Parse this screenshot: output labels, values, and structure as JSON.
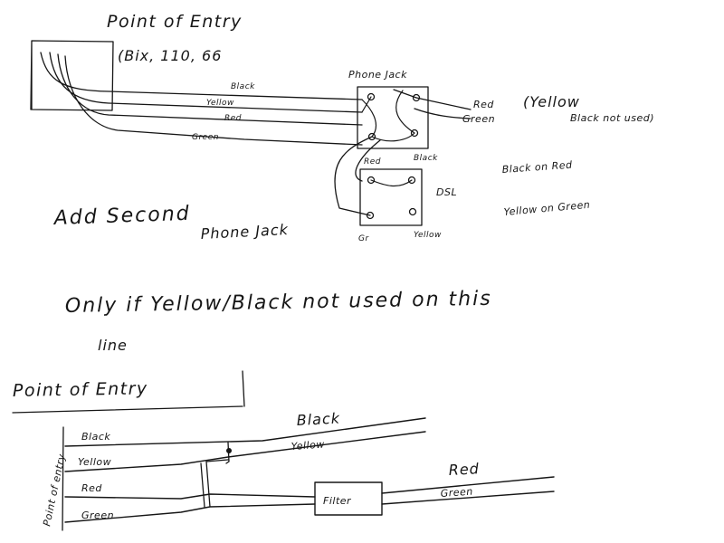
{
  "top_diagram": {
    "title": "Point of Entry",
    "subtitle": "(Bix, 110, 66",
    "wire_labels": {
      "black": "Black",
      "yellow": "Yellow",
      "red": "Red",
      "green": "Green"
    },
    "phone_jack_label": "Phone Jack",
    "out_red": "Red",
    "out_green": "Green",
    "note_line1": "(Yellow",
    "note_line2": "Black not used)",
    "dsl_jack": {
      "red": "Red",
      "black": "Black",
      "gr": "Gr",
      "yellow": "Yellow",
      "dsl": "DSL"
    },
    "side_note_1": "Black on Red",
    "side_note_2": "Yellow on Green",
    "add_line1": "Add Second",
    "add_line2": "Phone Jack"
  },
  "middle_note": {
    "line1": "Only if Yellow/Black not used  on this",
    "line2": "line"
  },
  "bottom_diagram": {
    "title": "Point of Entry",
    "vertical_label": "Point of entry",
    "left_labels": {
      "black": "Black",
      "yellow": "Yellow",
      "red": "Red",
      "green": "Green"
    },
    "right_labels": {
      "black": "Black",
      "yellow": "Yellow",
      "red": "Red",
      "green": "Green"
    },
    "filter": "Filter"
  }
}
